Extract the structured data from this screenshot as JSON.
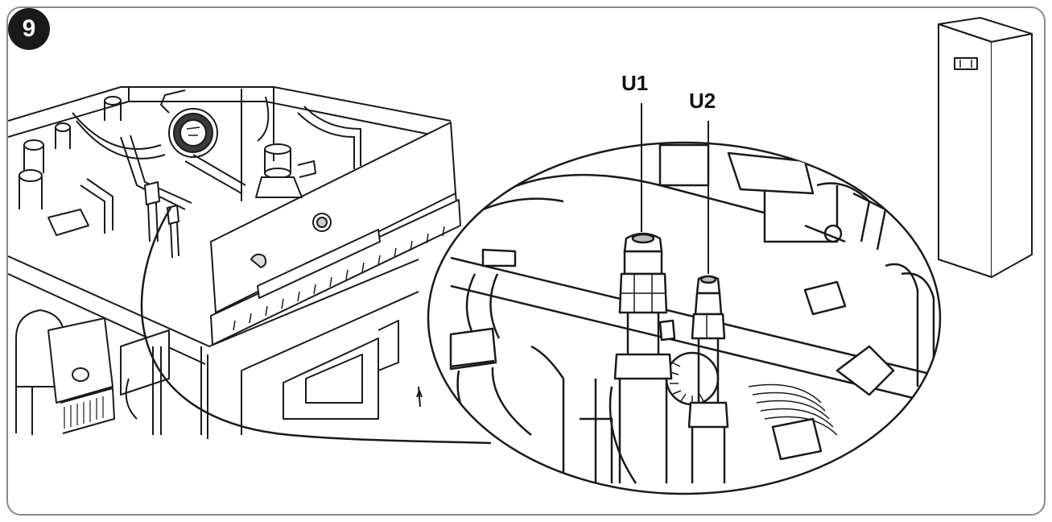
{
  "step": {
    "number": "9"
  },
  "callouts": {
    "u1": "U1",
    "u2": "U2"
  },
  "colors": {
    "line": "#1a1a1a",
    "frame": "#8a8a8a",
    "badge": "#1a1a1a",
    "background": "#ffffff"
  }
}
